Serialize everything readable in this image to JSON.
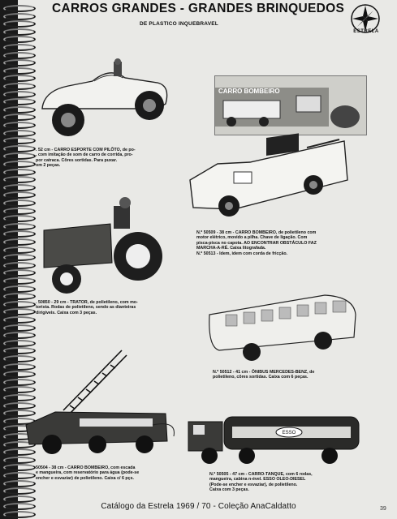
{
  "header": {
    "title": "CARROS GRANDES - GRANDES BRINQUEDOS",
    "subtitle": "DE PLASTICO INQUEBRAVEL",
    "brand": "ESTRELA"
  },
  "items": [
    {
      "id": "sport-car",
      "caption": ". 52 cm - CARRO ESPORTE COM PILÔTO, de po-\n, com imitação de som de carro de corrida, pro-\npor catraca. Côres sortidas. Para puxar.\nom 2 peças."
    },
    {
      "id": "fire-truck-1",
      "caption": "N.º 50509 - 38 cm - CARRO BOMBEIRO, de polietileno com\nmotor elétrico, movido a pilha. Chave de ligação. Com\npisca-pisca no capota. AO ENCONTRAR OBSTÁCULO FAZ\nMARCHA-A-RÉ. Caixa litografada.\nN.º 50513 - Idem, idem com corda de fricção."
    },
    {
      "id": "tractor",
      "caption": ". 50850 - 29 cm - TRATOR, de polietileno, com mo-\ntorista. Rodas de polietileno, sendo as dianteiras\ndirigíveis. Caixa com 3 peças."
    },
    {
      "id": "bus",
      "caption": "N.º 50512 - 41 cm - ÔNIBUS MERCEDES-BENZ, de\npolietileno, côres sortidas. Caixa com 6 peças."
    },
    {
      "id": "fire-truck-2",
      "caption": "50504 - 38 cm - CARRO BOMBEIRO, com escada\ne mangueira, com reservatório para água (pode-se\nencher e esvaziar) de polietileno. Caixa c/ 6 pçs."
    },
    {
      "id": "tanker",
      "caption": "N.º 50505 - 47 cm - CARRO-TANQUE, com 6 rodas,\nmangueira, cabina n-ével. ESSO OLEO-DIESEL\n(Pode-se encher e esvaziar), de polietileno.\nCaixa com 3 peças."
    }
  ],
  "box_label": "CARRO BOMBEIRO",
  "tanker_label": "ESSO",
  "footer": "Catálogo da Estrela 1969 / 70  - Coleção AnaCaldatto",
  "page_number": "39"
}
